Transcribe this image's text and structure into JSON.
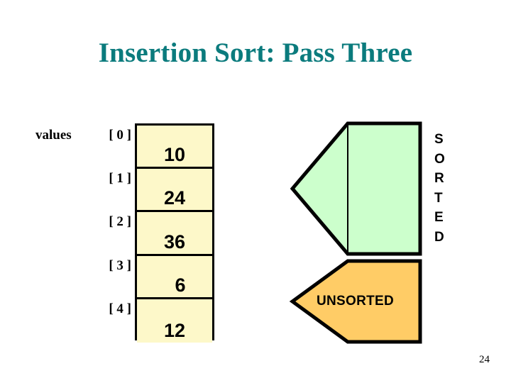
{
  "slide": {
    "title": "Insertion Sort: Pass Three",
    "title_color": "#0b7b7d",
    "slide_number": "24",
    "background": "#ffffff"
  },
  "array": {
    "variable_label": "values",
    "fill_color": "#fdf8c9",
    "border_color": "#000000",
    "cells": [
      {
        "index_label": "[ 0 ]",
        "value": "10"
      },
      {
        "index_label": "[ 1 ]",
        "value": "24"
      },
      {
        "index_label": "[ 2 ]",
        "value": "36"
      },
      {
        "index_label": "[ 3 ]",
        "value": "6"
      },
      {
        "index_label": "[ 4 ]",
        "value": "12"
      }
    ]
  },
  "regions": {
    "sorted": {
      "label_letters": [
        "S",
        "O",
        "R",
        "T",
        "E",
        "D"
      ],
      "fill_color": "#ccffcc",
      "outline_color": "#000000"
    },
    "unsorted": {
      "label": "UNSORTED",
      "fill_color": "#ffcc66",
      "outline_color": "#000000"
    }
  }
}
